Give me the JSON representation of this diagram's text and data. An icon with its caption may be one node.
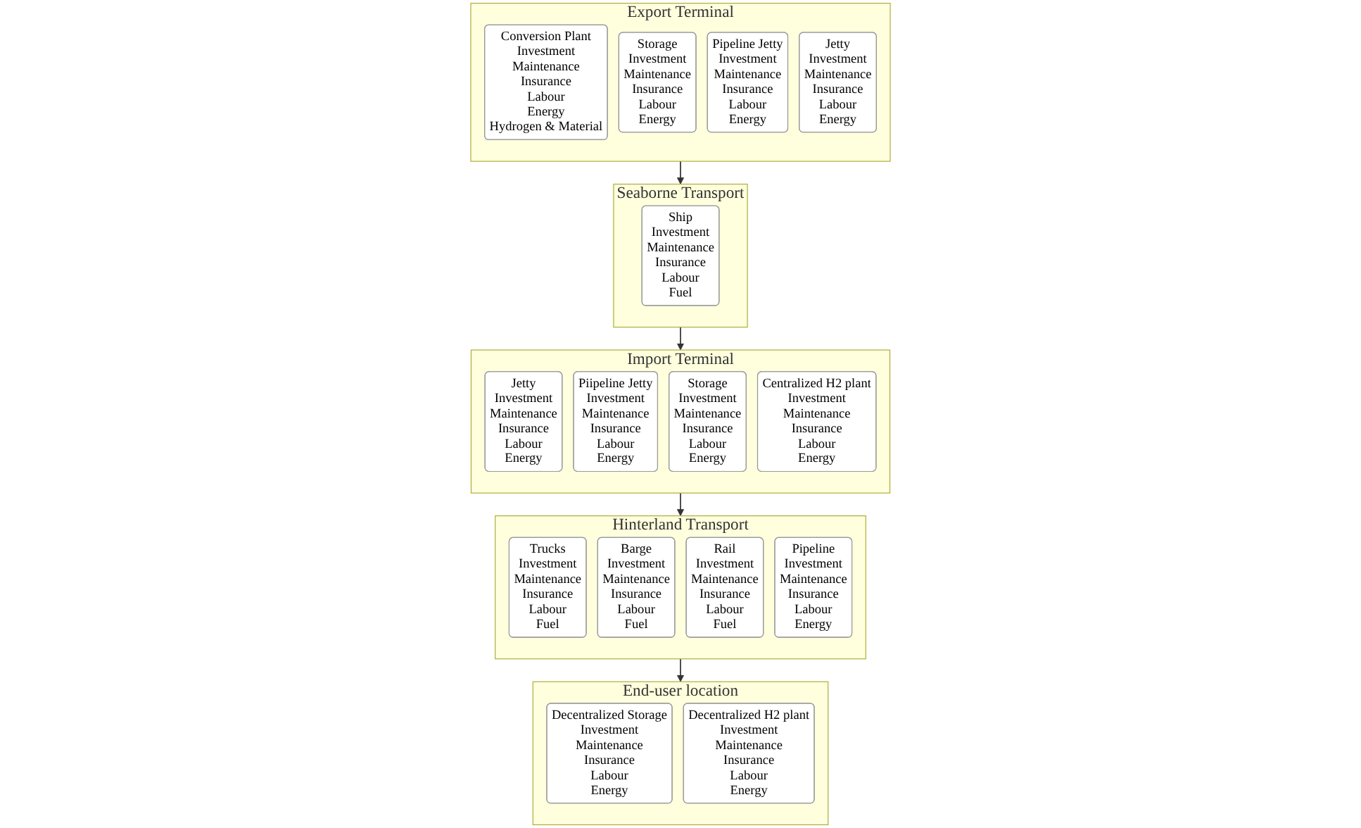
{
  "diagram": {
    "nodes": [
      {
        "text": [
          "Export Terminal"
        ]
      },
      {
        "text": [
          "Conversion Plant",
          "Investment",
          "Maintenance",
          "Insurance",
          "Labour",
          "Energy",
          "Hydrogen & Material"
        ],
        "in": 0
      },
      {
        "text": [
          "Storage",
          "Investment",
          "Maintenance",
          "Insurance",
          "Labour",
          "Energy"
        ],
        "in": 0
      },
      {
        "text": [
          "Pipeline Jetty",
          "Investment",
          "Maintenance",
          "Insurance",
          "Labour",
          "Energy"
        ],
        "in": 0
      },
      {
        "text": [
          "Jetty",
          "Investment",
          "Maintenance",
          "Insurance",
          "Labour",
          "Energy"
        ],
        "in": 0
      },
      {
        "text": [
          "Seaborne Transport"
        ]
      },
      {
        "text": [
          "Ship",
          "Investment",
          "Maintenance",
          "Insurance",
          "Labour",
          "Fuel"
        ],
        "in": 5
      },
      {
        "text": [
          "Import Terminal"
        ]
      },
      {
        "text": [
          "Jetty",
          "Investment",
          "Maintenance",
          "Insurance",
          "Labour",
          "Energy"
        ],
        "in": 7
      },
      {
        "text": [
          "Piipeline Jetty",
          "Investment",
          "Maintenance",
          "Insurance",
          "Labour",
          "Energy"
        ],
        "in": 7
      },
      {
        "text": [
          "Storage",
          "Investment",
          "Maintenance",
          "Insurance",
          "Labour",
          "Energy"
        ],
        "in": 7
      },
      {
        "text": [
          "Centralized H2 plant",
          "Investment",
          "Maintenance",
          "Insurance",
          "Labour",
          "Energy"
        ],
        "in": 7
      },
      {
        "text": [
          "Hinterland Transport"
        ]
      },
      {
        "text": [
          "Trucks",
          "Investment",
          "Maintenance",
          "Insurance",
          "Labour",
          "Fuel"
        ],
        "in": 12
      },
      {
        "text": [
          "Barge",
          "Investment",
          "Maintenance",
          "Insurance",
          "Labour",
          "Fuel"
        ],
        "in": 12
      },
      {
        "text": [
          "Rail",
          "Investment",
          "Maintenance",
          "Insurance",
          "Labour",
          "Fuel"
        ],
        "in": 12
      },
      {
        "text": [
          "Pipeline",
          "Investment",
          "Maintenance",
          "Insurance",
          "Labour",
          "Energy"
        ],
        "in": 12
      },
      {
        "text": [
          "End-user location"
        ]
      },
      {
        "text": [
          "Decentralized Storage",
          "Investment",
          "Maintenance",
          "Insurance",
          "Labour",
          "Energy"
        ],
        "in": 17
      },
      {
        "text": [
          "Decentralized H2 plant",
          "Investment",
          "Maintenance",
          "Insurance",
          "Labour",
          "Energy"
        ],
        "in": 17
      }
    ],
    "edges": [
      {
        "from": 0,
        "to": 5,
        "arrow": "to"
      },
      {
        "from": 5,
        "to": 7,
        "arrow": "to"
      },
      {
        "from": 7,
        "to": 12,
        "arrow": "to"
      },
      {
        "from": 12,
        "to": 17,
        "arrow": "to"
      }
    ]
  }
}
